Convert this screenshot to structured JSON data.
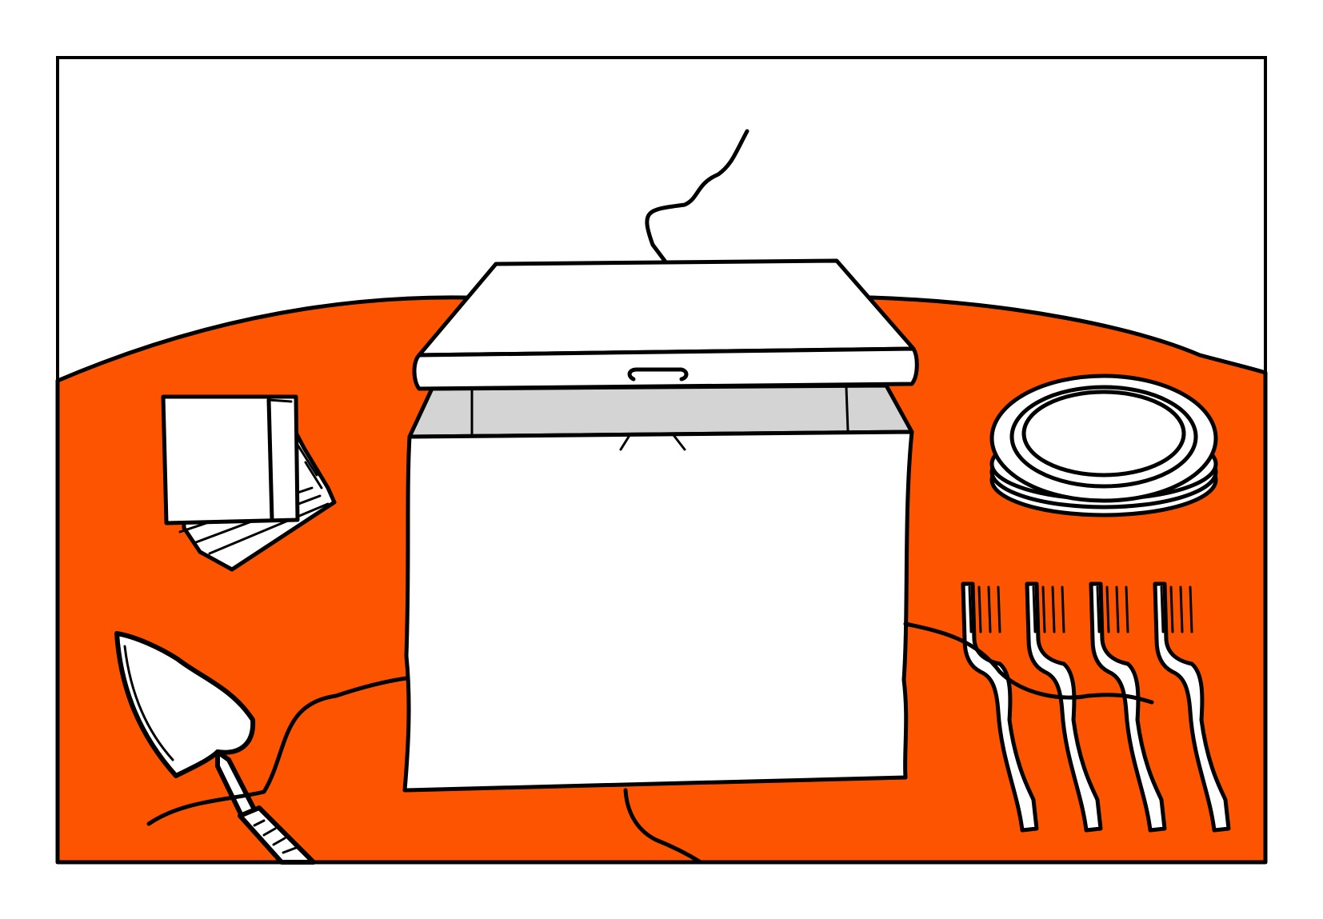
{
  "scene": {
    "objects": [
      "cake-box",
      "napkin-stack",
      "plate-stack",
      "fork",
      "fork",
      "fork",
      "fork",
      "cake-server"
    ]
  },
  "colors": {
    "tablecloth": "#fc5400",
    "background": "#ffffff",
    "ink": "#000000",
    "box": "#ffffff",
    "box_inner": "#d4d4d4"
  }
}
